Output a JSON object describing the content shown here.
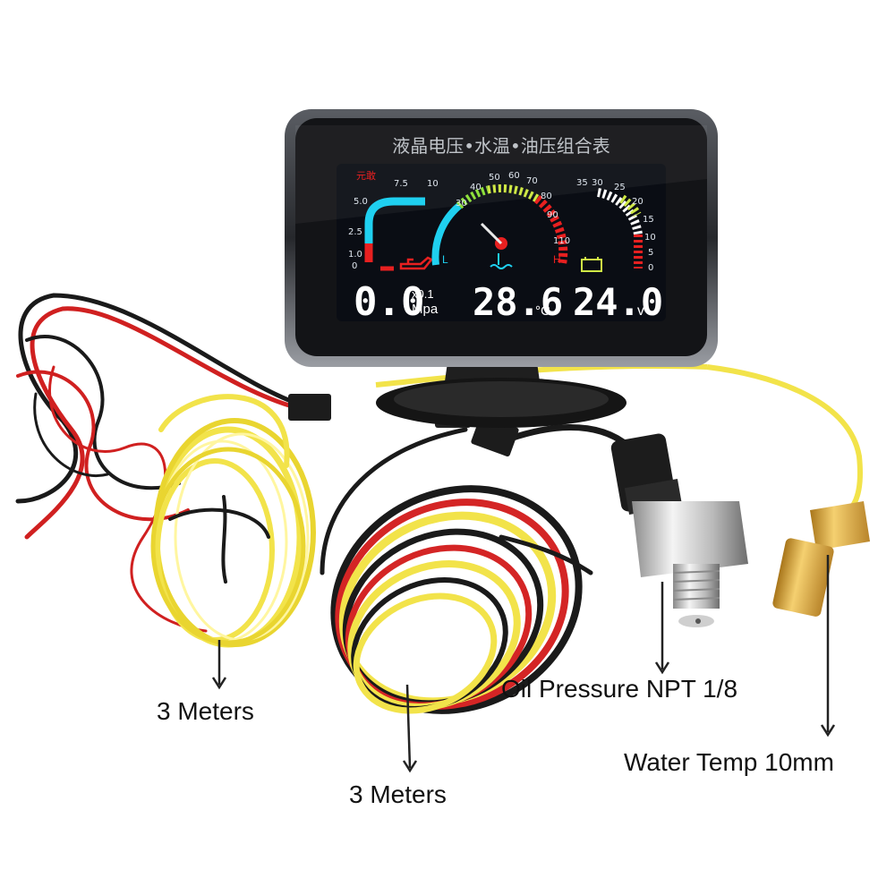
{
  "gauge": {
    "header_text": "液晶电压•水温•油压组合表",
    "brand_mark": "元敢",
    "oil_pressure": {
      "value": "0.0",
      "multiplier": "x0.1",
      "unit": "Mpa",
      "scale_labels": [
        "0",
        "1.0",
        "2.5",
        "5.0",
        "7.5",
        "10"
      ],
      "indicator": "oil-can-icon"
    },
    "water_temp": {
      "value": "28.6",
      "unit": "°C",
      "scale_labels": [
        "30",
        "40",
        "50",
        "60",
        "70",
        "80",
        "90",
        "110"
      ],
      "low_mark": "L",
      "high_mark": "H",
      "indicator": "thermometer-icon"
    },
    "voltage": {
      "value": "24.0",
      "unit": "v",
      "scale_labels": [
        "35",
        "30",
        "25",
        "20",
        "15",
        "10",
        "5",
        "0"
      ],
      "indicator": "battery-icon"
    }
  },
  "callouts": {
    "cable_left": "3 Meters",
    "cable_middle": "3 Meters",
    "oil_sensor": "Oil Pressure NPT 1/8",
    "water_sensor": "Water Temp 10mm"
  },
  "colors": {
    "lcd_background": "#0a0d14",
    "cyan": "#1fd0f0",
    "green": "#8ee03c",
    "red": "#e82020",
    "yellow_wire": "#f2e34a",
    "brass": "#d9a53a"
  }
}
